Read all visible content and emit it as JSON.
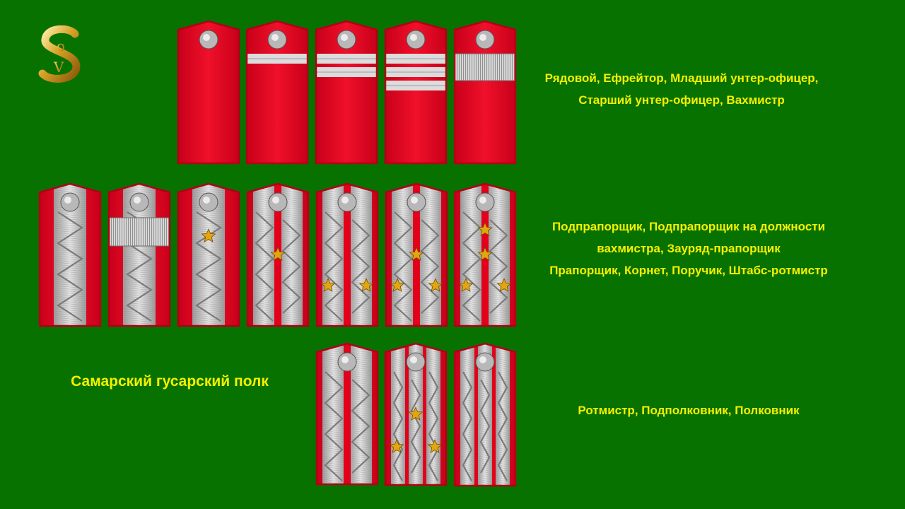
{
  "logo": {
    "letters": "SoV"
  },
  "regiment": "Самарский гусарский полк",
  "colors": {
    "background": "#077200",
    "caption": "#f5f000",
    "red": "#e2001a",
    "silver": "#c9c9c9",
    "star": "#e1a70f"
  },
  "rows": [
    {
      "caption_lines": [
        "Рядовой, Ефрейтор, Младший унтер-офицер,",
        "Старший унтер-офицер, Вахмистр"
      ],
      "straps": [
        {
          "kind": "enlisted",
          "stripes": 0,
          "stars": 0
        },
        {
          "kind": "enlisted",
          "stripes": 1,
          "stars": 0
        },
        {
          "kind": "enlisted",
          "stripes": 2,
          "stars": 0
        },
        {
          "kind": "enlisted",
          "stripes": 3,
          "stars": 0
        },
        {
          "kind": "enlisted",
          "stripes": "wide",
          "stars": 0
        }
      ]
    },
    {
      "caption_lines": [
        "Подпрапорщик, Подпрапорщик на должности",
        "вахмистра, Зауряд-прапорщик",
        "Прапорщик, Корнет, Поручик, Штабс-ротмистр"
      ],
      "straps": [
        {
          "kind": "podpraporshchik",
          "band": false,
          "stars": 0
        },
        {
          "kind": "podpraporshchik",
          "band": true,
          "stars": 0
        },
        {
          "kind": "podpraporshchik",
          "band": false,
          "stars": 1
        },
        {
          "kind": "ober-officer",
          "stars": 1
        },
        {
          "kind": "ober-officer",
          "stars": 2
        },
        {
          "kind": "ober-officer",
          "stars": 3
        },
        {
          "kind": "ober-officer",
          "stars": 4
        }
      ]
    },
    {
      "caption_lines": [
        "Ротмистр, Подполковник, Полковник"
      ],
      "straps": [
        {
          "kind": "ober-officer",
          "stars": 0
        },
        {
          "kind": "staff-officer",
          "stars": 3
        },
        {
          "kind": "staff-officer",
          "stars": 0
        }
      ]
    }
  ]
}
